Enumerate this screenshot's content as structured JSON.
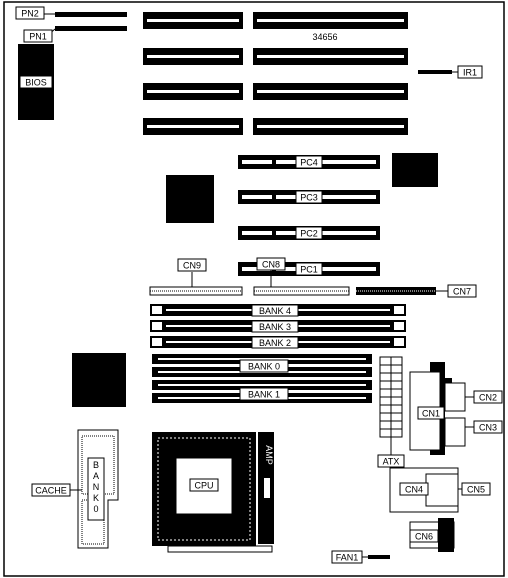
{
  "board_id": "34656",
  "labels": {
    "pn2": "PN2",
    "pn1": "PN1",
    "bios": "BIOS",
    "ir1": "IR1",
    "pc4": "PC4",
    "pc3": "PC3",
    "pc2": "PC2",
    "pc1": "PC1",
    "cn9": "CN9",
    "cn8": "CN8",
    "cn7": "CN7",
    "bank4": "BANK 4",
    "bank3": "BANK 3",
    "bank2": "BANK 2",
    "bank0": "BANK 0",
    "bank1": "BANK 1",
    "cn1": "CN1",
    "cn2": "CN2",
    "cn3": "CN3",
    "atx": "ATX",
    "cn4": "CN4",
    "cn5": "CN5",
    "cn6": "CN6",
    "cpu": "CPU",
    "ami": "AMP",
    "cache": "CACHE",
    "bank_vertical": [
      "B",
      "A",
      "N",
      "K",
      "0"
    ],
    "fan1": "FAN1"
  }
}
